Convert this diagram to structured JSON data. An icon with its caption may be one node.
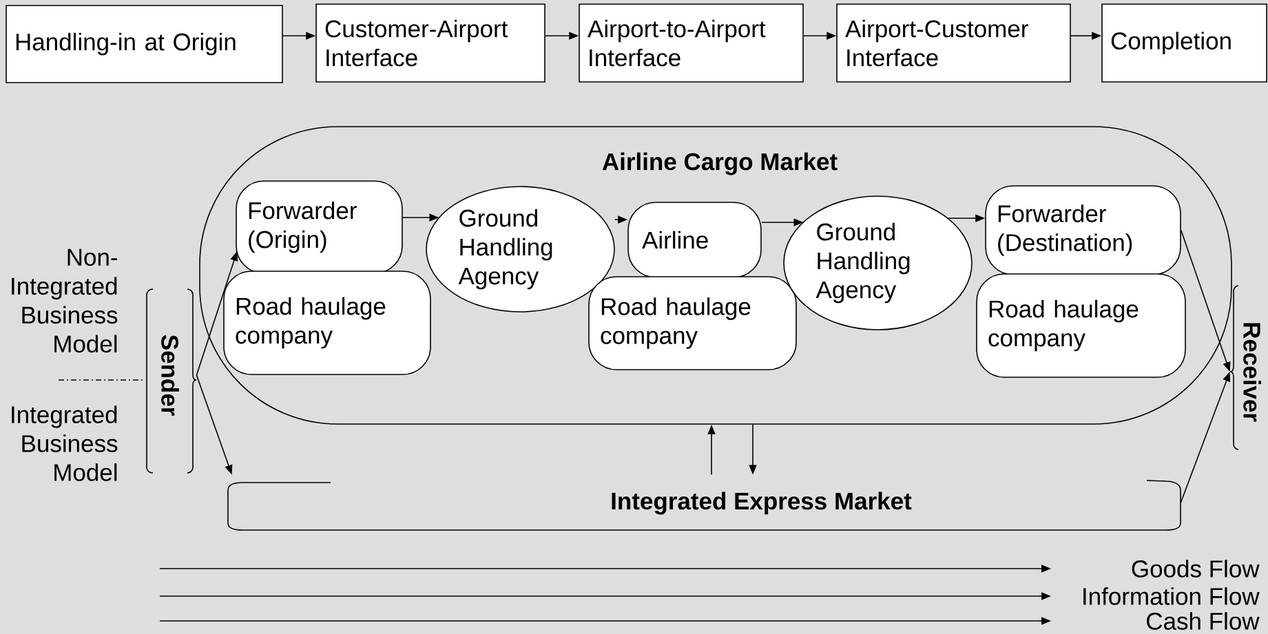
{
  "diagram": {
    "nodes": [
      {
        "text": [
          "Handling-in at Origin"
        ]
      },
      {
        "text": [
          "Customer-Airport Interface"
        ]
      },
      {
        "text": [
          "Airport-to-Airport Interface"
        ]
      },
      {
        "text": [
          "Airport-Customer Interface"
        ]
      },
      {
        "text": [
          "Completion"
        ]
      },
      {
        "text": [
          "Airline Cargo Market"
        ]
      },
      {
        "text": [
          "Forwarder (Origin)"
        ],
        "in": 5
      },
      {
        "text": [
          "Road haulage company"
        ],
        "in": 5
      },
      {
        "text": [
          "Ground Handling Agency"
        ],
        "in": 5
      },
      {
        "text": [
          "Airline"
        ],
        "in": 5
      },
      {
        "text": [
          "Road haulage company"
        ],
        "in": 5
      },
      {
        "text": [
          "Ground Handling Agency"
        ],
        "in": 5
      },
      {
        "text": [
          "Forwarder (Destination)"
        ],
        "in": 5
      },
      {
        "text": [
          "Road haulage company"
        ],
        "in": 5
      },
      {
        "text": [
          "Integrated Express Market"
        ]
      },
      {
        "text": [
          "Sender"
        ]
      },
      {
        "text": [
          "Receiver"
        ]
      }
    ],
    "edges": [
      {
        "from": 0,
        "to": 1,
        "arrow": "to"
      },
      {
        "from": 1,
        "to": 2,
        "arrow": "to"
      },
      {
        "from": 2,
        "to": 3,
        "arrow": "to"
      },
      {
        "from": 3,
        "to": 4,
        "arrow": "to"
      },
      {
        "from": 6,
        "to": 8,
        "arrow": "to"
      },
      {
        "from": 8,
        "to": 9,
        "arrow": "to"
      },
      {
        "from": 9,
        "to": 11,
        "arrow": "to"
      },
      {
        "from": 11,
        "to": 12,
        "arrow": "to"
      },
      {
        "from": 14,
        "to": 5,
        "arrow": "to"
      },
      {
        "from": 5,
        "to": 14,
        "arrow": "to"
      },
      {
        "from": 15,
        "to": 6,
        "arrow": "to"
      },
      {
        "from": 15,
        "to": 14,
        "arrow": "to"
      },
      {
        "from": 12,
        "to": 16,
        "arrow": "to"
      },
      {
        "from": 14,
        "to": 16,
        "arrow": "to"
      }
    ],
    "labels": [
      "Non-Integrated Business Model",
      "Integrated Business Model"
    ],
    "legend": [
      {
        "text": "Goods Flow"
      },
      {
        "text": "Information Flow"
      },
      {
        "text": "Cash Flow"
      }
    ]
  }
}
